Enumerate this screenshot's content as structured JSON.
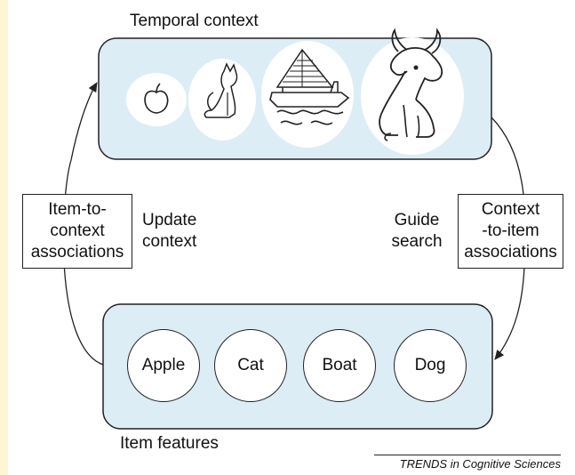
{
  "diagram": {
    "context_title": "Temporal context",
    "item_title": "Item features",
    "left_box": "Item-to-\ncontext\nassociations",
    "right_box": "Context\n-to-item\nassociations",
    "left_arrow_label": "Update\ncontext",
    "right_arrow_label": "Guide\nsearch",
    "items": [
      "Apple",
      "Cat",
      "Boat",
      "Dog"
    ],
    "context_images": [
      "apple-drawing",
      "cat-drawing",
      "boat-drawing",
      "dog-drawing"
    ],
    "credit": "TRENDS in Cognitive Sciences"
  },
  "colors": {
    "background": "#fdf5d4",
    "box_fill": "#dcedf6",
    "stroke": "#222222",
    "halo": "#ffffff"
  }
}
